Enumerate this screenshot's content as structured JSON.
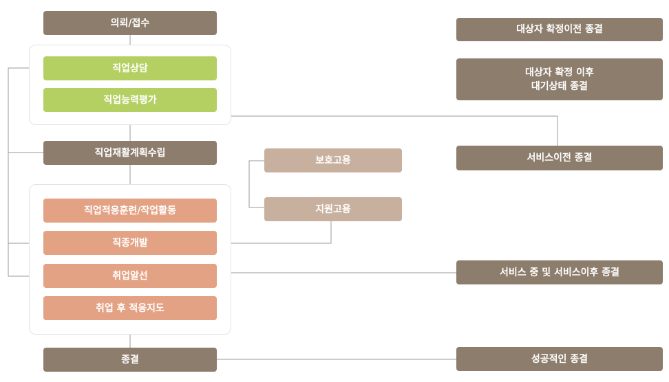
{
  "colors": {
    "dark": "#8d7d6c",
    "green": "#b4d062",
    "salmon": "#e3a284",
    "tan": "#c8b09e",
    "line": "#9a9a9a"
  },
  "flow": {
    "intake": "의뢰/접수",
    "counseling": "직업상담",
    "assessment": "직업능력평가",
    "plan": "직업재활계획수립",
    "adaptation_training": "직업적응훈련/작업활동",
    "job_development": "직종개발",
    "placement": "취업알선",
    "follow_up": "취업 후 적응지도",
    "closure": "종결"
  },
  "employment": {
    "protected": "보호고용",
    "supported": "지원고용"
  },
  "outcomes": {
    "before_eligibility": "대상자 확정이전 종결",
    "after_eligibility_waiting": "대상자 확정 이후\n대기상태 종결",
    "before_service": "서비스이전 종결",
    "during_after_service": "서비스 중 및 서비스이후 종결",
    "successful": "성공적인 종결"
  }
}
